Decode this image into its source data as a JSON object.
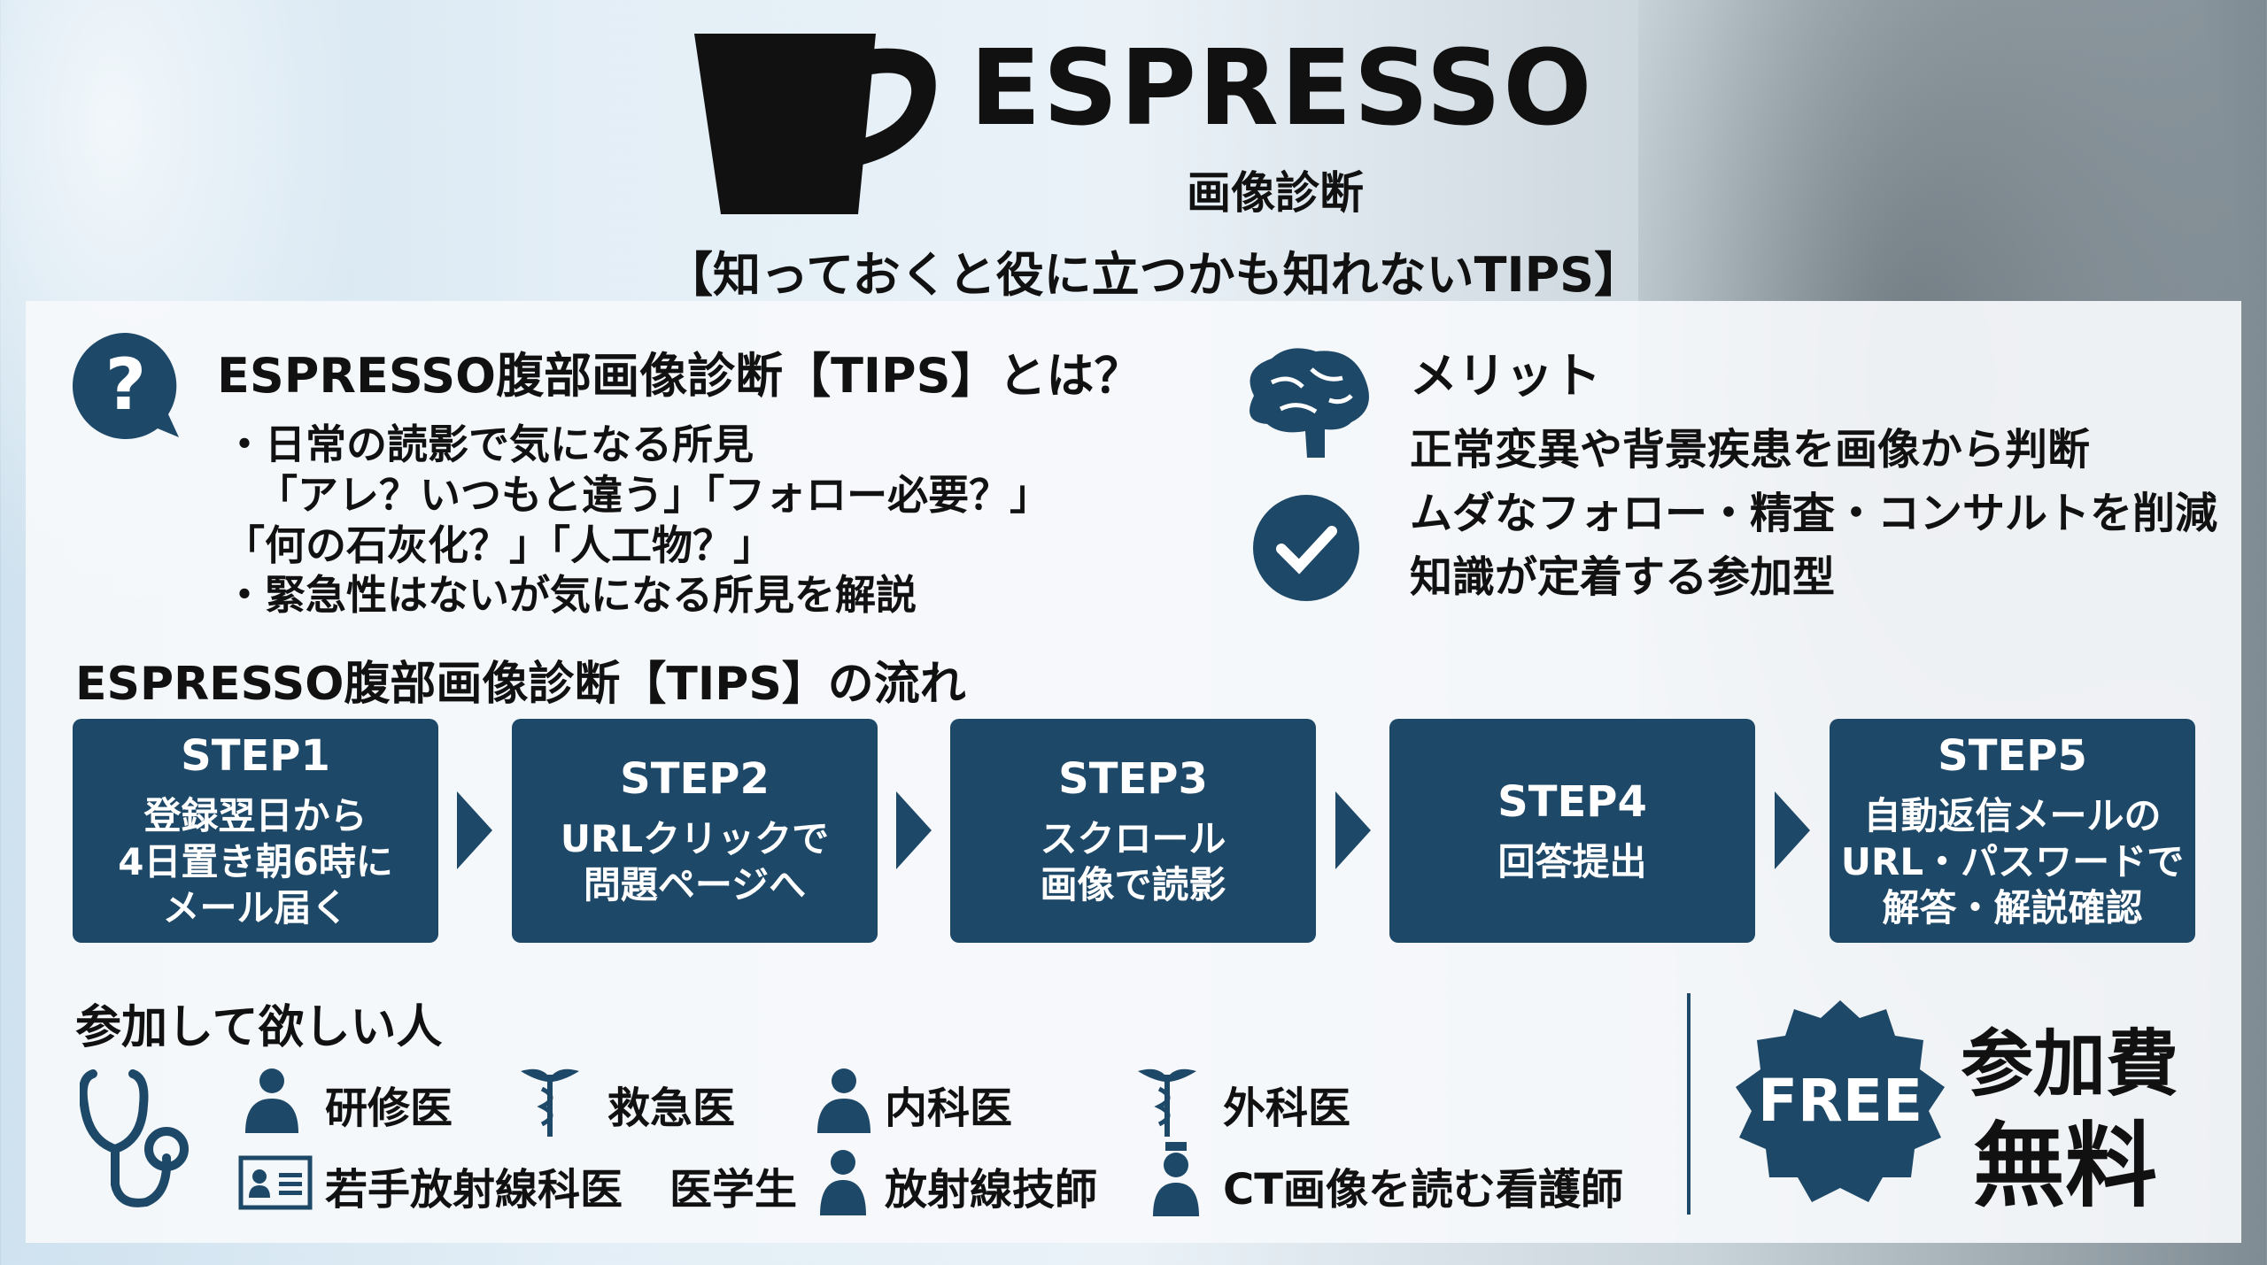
{
  "header": {
    "logo": "ESPRESSO",
    "subtitle": "画像診断",
    "tagline": "【知っておくと役に立つかも知れないTIPS】"
  },
  "about": {
    "heading": "ESPRESSO腹部画像診断【TIPS】とは？",
    "lines": [
      "・日常の読影で気になる所見",
      "「アレ？いつもと違う」「フォロー必要？」",
      "「何の石灰化？」「人工物？」",
      "・緊急性はないが気になる所見を解説"
    ]
  },
  "merits": {
    "heading": "メリット",
    "lines": [
      "正常変異や背景疾患を画像から判断",
      "ムダなフォロー・精査・コンサルトを削減",
      "知識が定着する参加型"
    ]
  },
  "flow": {
    "heading": "ESPRESSO腹部画像診断【TIPS】の流れ",
    "steps": [
      {
        "title": "STEP1",
        "desc": "登録翌日から\n4日置き朝6時に\nメール届く"
      },
      {
        "title": "STEP2",
        "desc": "URLクリックで\n問題ページへ"
      },
      {
        "title": "STEP3",
        "desc": "スクロール\n画像で読影"
      },
      {
        "title": "STEP4",
        "desc": "回答提出"
      },
      {
        "title": "STEP5",
        "desc": "自動返信メールの\nURL・パスワードで\n解答・解説確認"
      }
    ]
  },
  "audience": {
    "heading": "参加して欲しい人",
    "items": [
      "研修医",
      "救急医",
      "内科医",
      "外科医",
      "若手放射線科医",
      "医学生",
      "放射線技師",
      "CT画像を読む看護師"
    ]
  },
  "fee": {
    "badge": "FREE",
    "label": "参加費",
    "value": "無料"
  },
  "colors": {
    "navy": "#1d4868"
  }
}
